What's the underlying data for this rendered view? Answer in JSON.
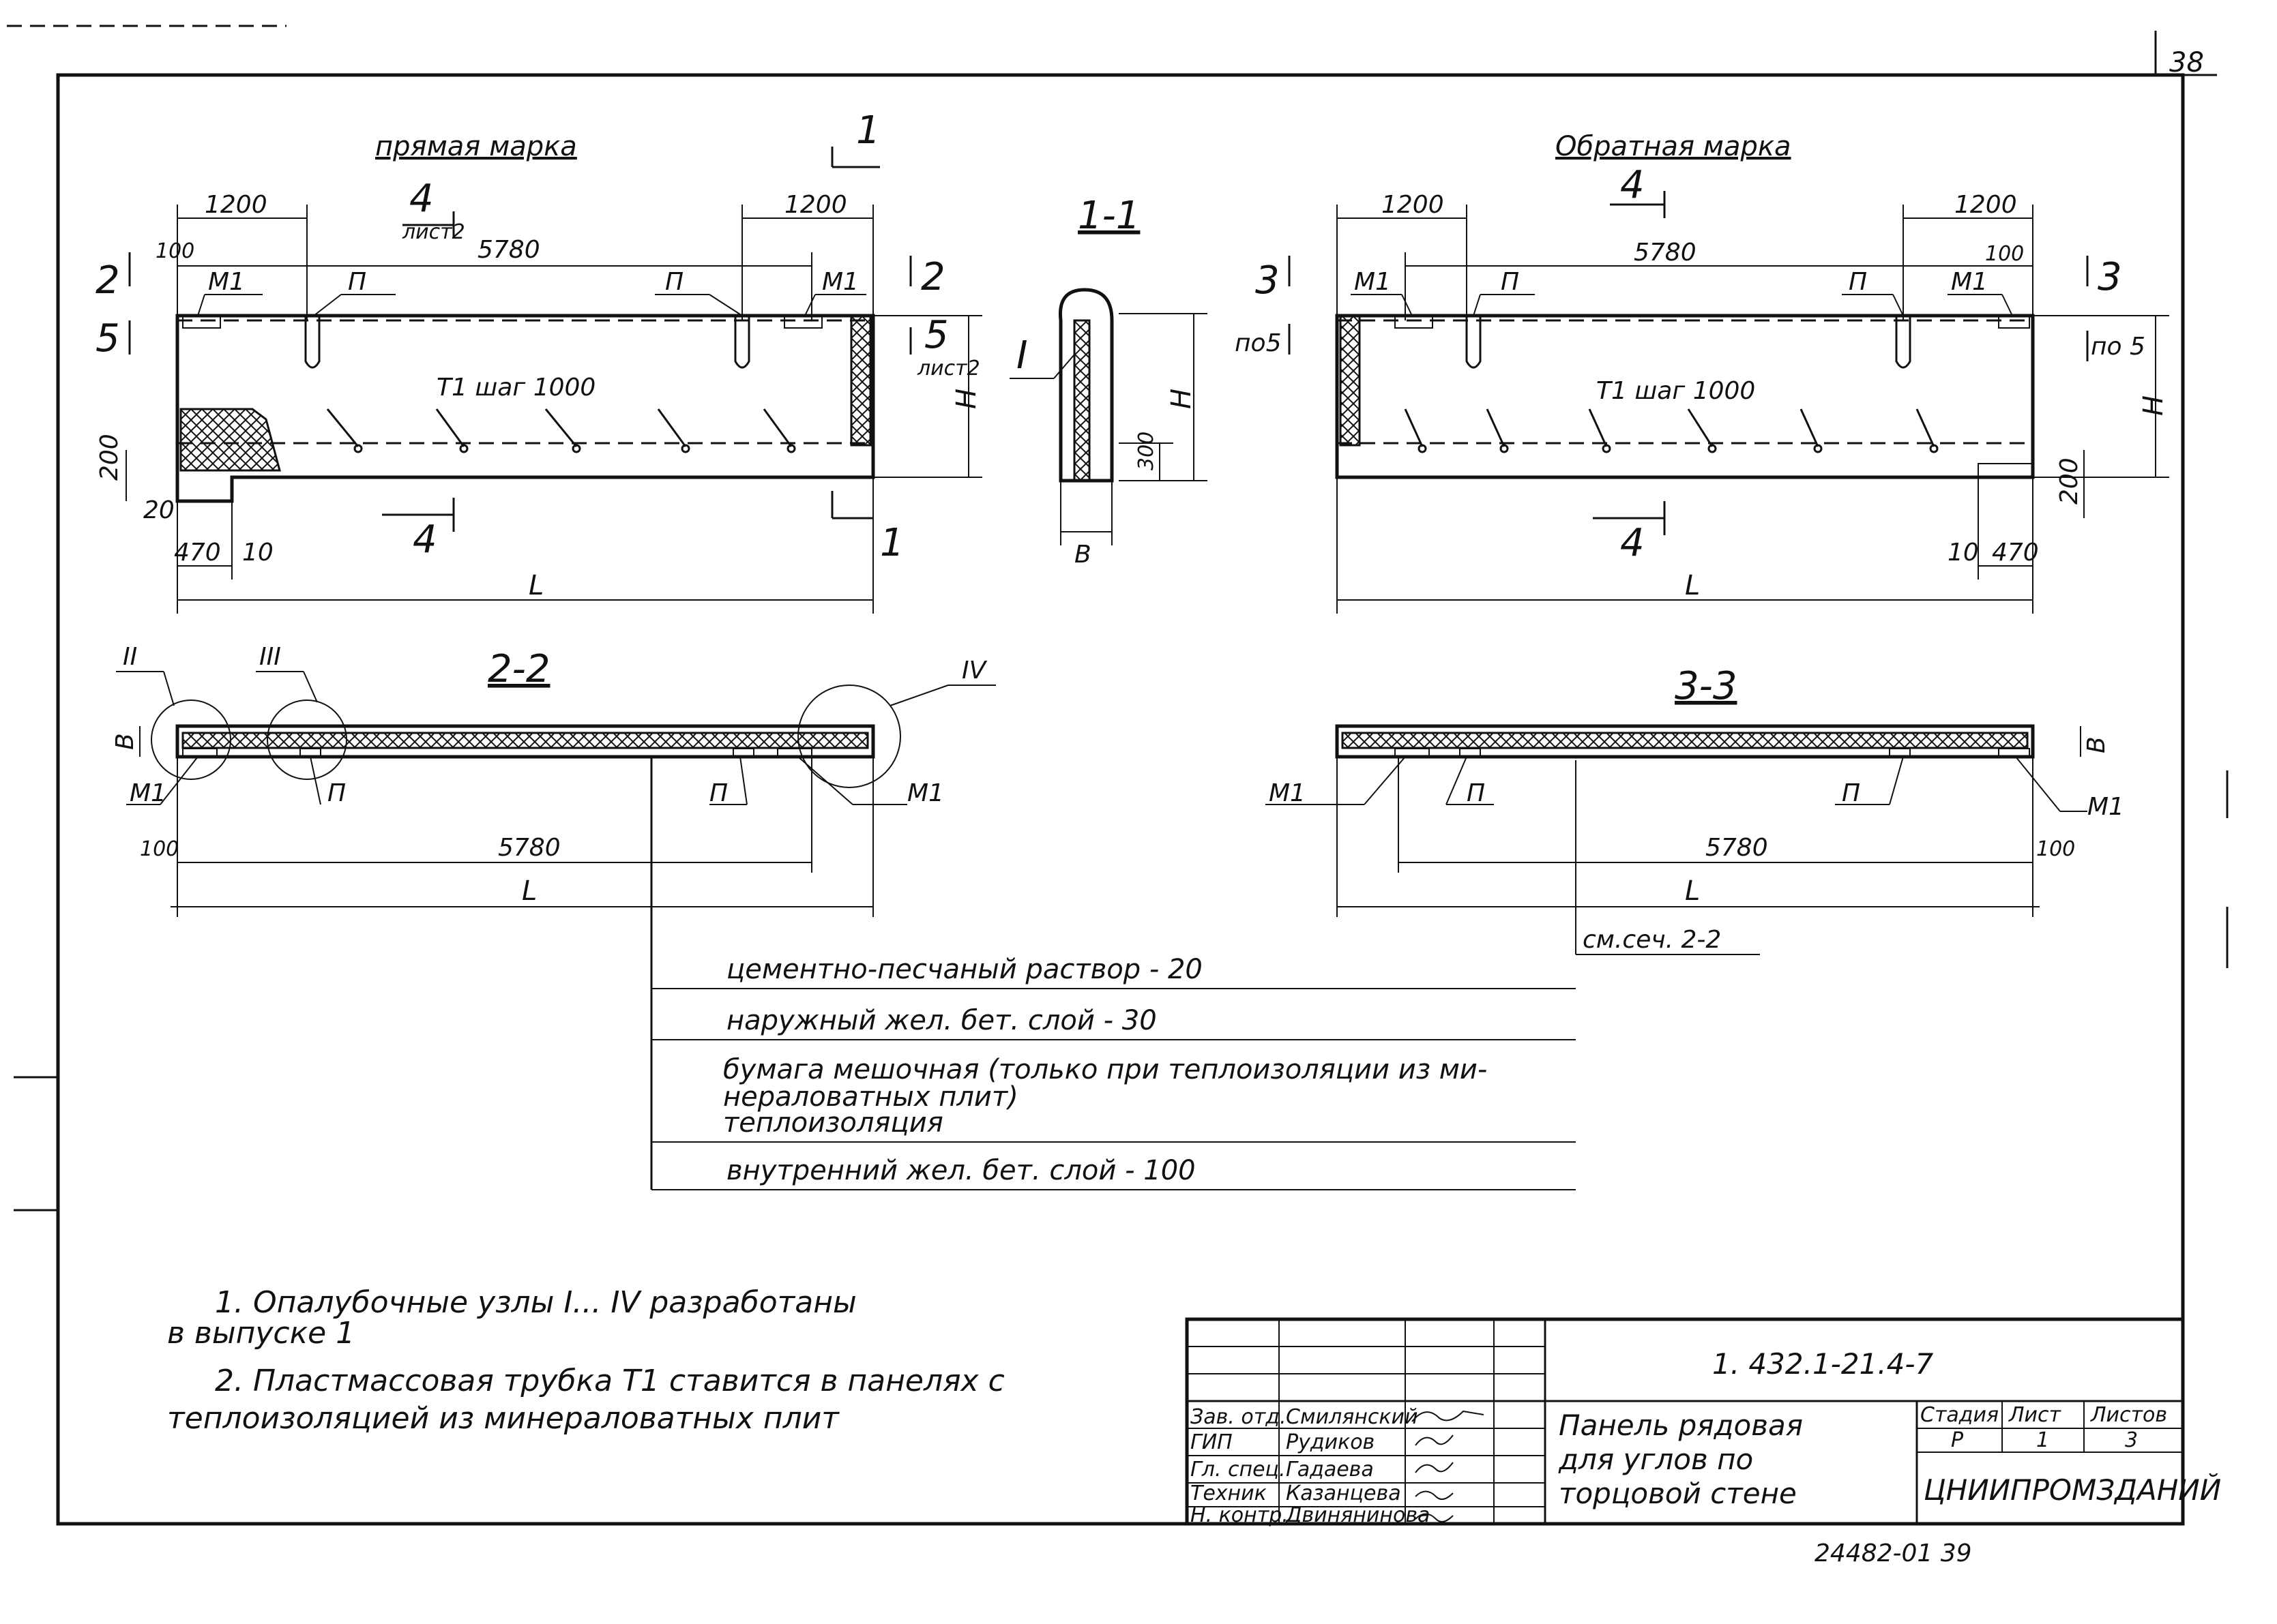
{
  "sheet": {
    "page_number": "38",
    "archive_code": "24482-01  39"
  },
  "front_view": {
    "title": "прямая марка",
    "dims": {
      "left_1200": "1200",
      "right_1200": "1200",
      "len_5780": "5780",
      "edge_100": "100",
      "h200": "200",
      "d20": "20",
      "d470": "470",
      "d10": "10",
      "L": "L",
      "H": "H"
    },
    "labels": {
      "m1_left": "М1",
      "m1_right": "М1",
      "p_left": "П",
      "p_right": "П",
      "t1": "Т1 шаг 1000"
    },
    "markers": {
      "cut4_top": "4",
      "cut4_sheet": "лист2",
      "cut4_bottom": "4",
      "cut1_top": "1",
      "cut1_bottom": "1",
      "cut2_left": "2",
      "cut2_right": "2",
      "cut5_left": "5",
      "cut5_right": "5",
      "cut5_sheet": "лист2"
    }
  },
  "section_1_1": {
    "title": "1-1",
    "node": "I",
    "h300": "300",
    "H": "H",
    "B": "В"
  },
  "back_view": {
    "title": "Обратная марка",
    "dims": {
      "left_1200": "1200",
      "right_1200": "1200",
      "len_5780": "5780",
      "edge_100": "100",
      "h200": "200",
      "d470": "470",
      "d10": "10",
      "L": "L",
      "H": "H"
    },
    "labels": {
      "m1_left": "М1",
      "m1_right": "М1",
      "p_left": "П",
      "p_right": "П",
      "t1": "Т1 шаг 1000"
    },
    "markers": {
      "cut4_top": "4",
      "cut4_bottom": "4",
      "cut3_left": "3",
      "cut3_right": "3",
      "po5_left": "по5",
      "po5_right": "по 5"
    }
  },
  "section_2_2": {
    "title": "2-2",
    "nodes": [
      "II",
      "III",
      "IV"
    ],
    "labels": {
      "m1_left": "М1",
      "m1_right": "М1",
      "p_left": "П",
      "p_mid": "П",
      "B": "В"
    },
    "dims": {
      "edge_100": "100",
      "len_5780": "5780",
      "L": "L"
    }
  },
  "section_3_3": {
    "title": "3-3",
    "labels": {
      "m1_left": "М1",
      "m1_right": "М1",
      "p_left": "П",
      "p_right": "П",
      "B": "В"
    },
    "dims": {
      "edge_100": "100",
      "len_5780": "5780",
      "L": "L"
    },
    "see_note": "см.сеч. 2-2"
  },
  "layers": [
    "цементно-песчаный раствор - 20",
    "наружный жел. бет. слой - 30",
    "бумага мешочная (только при теплоизоляции из ми-",
    "нераловатных плит)",
    "теплоизоляция",
    "внутренний жел. бет. слой - 100"
  ],
  "notes": [
    "1. Опалубочные узлы I... IV разработаны",
    "в выпуске 1",
    "2. Пластмассовая трубка Т1 ставится в панелях с",
    "теплоизоляцией из минераловатных плит"
  ],
  "title_block": {
    "code": "1. 432.1-21.4-7",
    "name": [
      "Панель рядовая",
      "для углов по",
      "торцовой стене"
    ],
    "roles": [
      "Зав. отд.",
      "ГИП",
      "Гл. спец.",
      "Техник",
      "Н. контр."
    ],
    "people": [
      "Смилянский",
      "Рудиков",
      "Гадаева",
      "Казанцева",
      "Двинянинова"
    ],
    "stage_header": "Стадия",
    "sheet_header": "Лист",
    "sheets_header": "Листов",
    "stage": "Р",
    "sheet": "1",
    "sheets": "3",
    "org": "ЦНИИПРОМЗДАНИЙ"
  }
}
